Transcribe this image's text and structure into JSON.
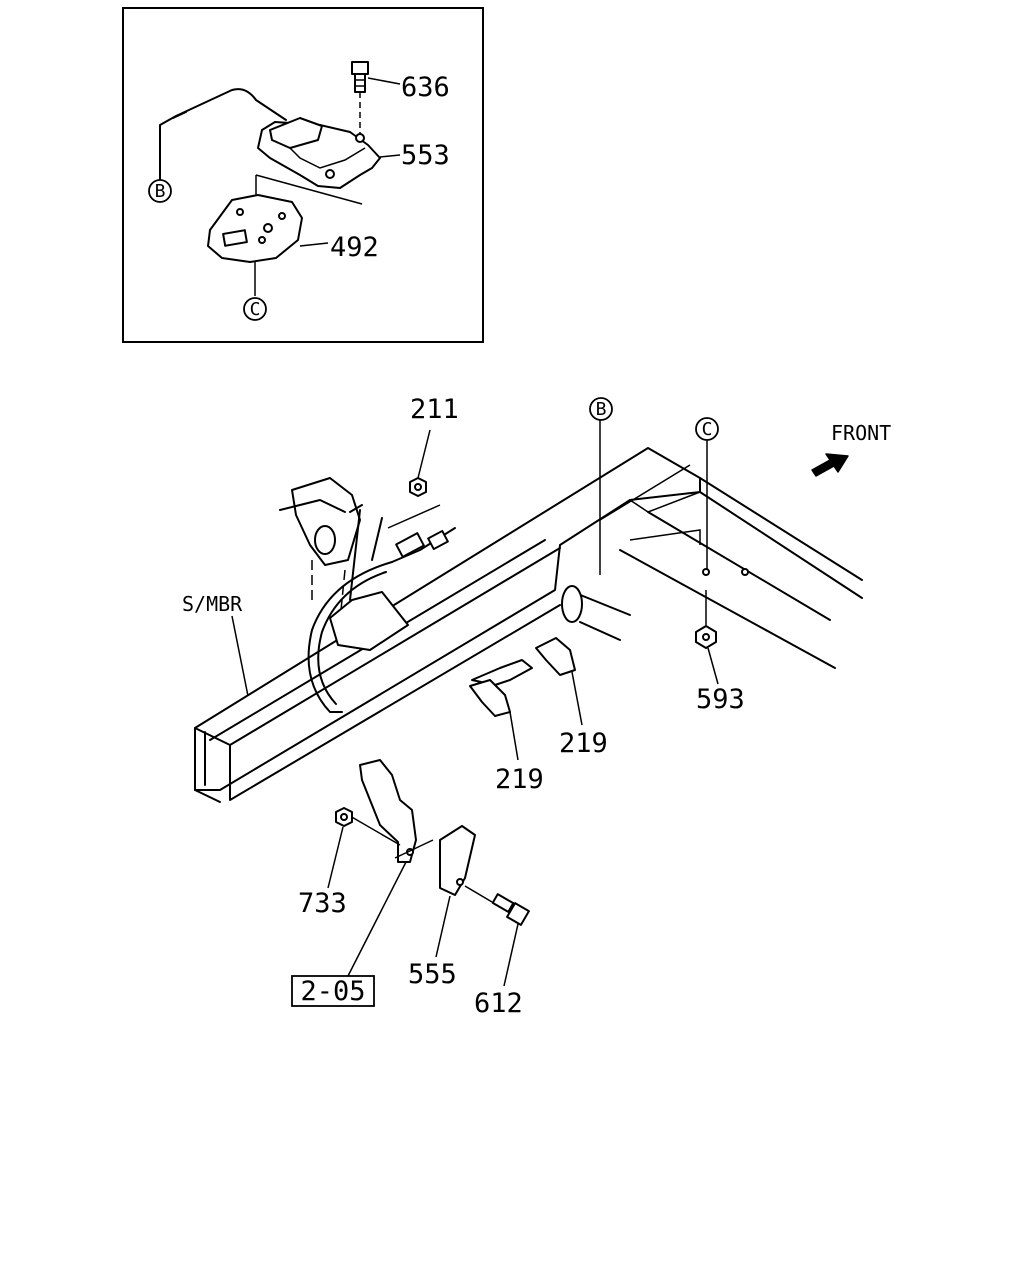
{
  "diagram": {
    "inset_labels": {
      "part_636": "636",
      "part_553": "553",
      "part_492": "492",
      "ref_b": "B",
      "ref_c": "C"
    },
    "main_labels": {
      "part_211": "211",
      "ref_b": "B",
      "ref_c": "C",
      "front": "FRONT",
      "side_member": "S/MBR",
      "part_593": "593",
      "part_219_right": "219",
      "part_219_left": "219",
      "part_733": "733",
      "part_555": "555",
      "part_612": "612",
      "section_ref": "2-05"
    }
  }
}
